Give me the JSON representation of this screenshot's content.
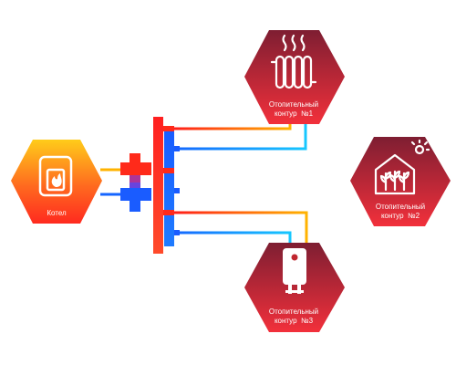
{
  "boiler": {
    "label": "Котел",
    "icon": "boiler-flame-icon"
  },
  "circuits": [
    {
      "line1": "Отопительный",
      "line2": "контур  №1",
      "icon": "radiator-icon"
    },
    {
      "line1": "Отопительный",
      "line2": "контур  №2",
      "icon": "greenhouse-icon"
    },
    {
      "line1": "Отопительный",
      "line2": "контур  №3",
      "icon": "water-heater-icon"
    }
  ],
  "colors": {
    "hot": "#ff1a1a",
    "warm": "#ffb300",
    "cold": "#1565ff",
    "cyan": "#16c7ff",
    "hex_top": "#8a1f2e",
    "hex_bottom": "#f0303a",
    "boiler_outer": "#ff3b1f",
    "boiler_inner": "#ffc21a"
  }
}
